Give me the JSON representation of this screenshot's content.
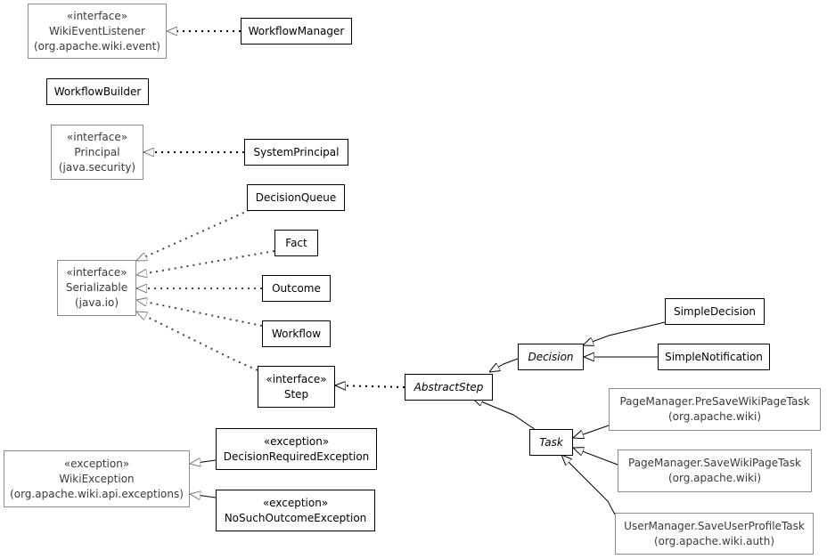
{
  "classes": {
    "wiki_event_listener": {
      "stereotype": "«interface»",
      "name": "WikiEventListener",
      "package": "(org.apache.wiki.event)"
    },
    "workflow_manager": {
      "name": "WorkflowManager"
    },
    "workflow_builder": {
      "name": "WorkflowBuilder"
    },
    "principal": {
      "stereotype": "«interface»",
      "name": "Principal",
      "package": "(java.security)"
    },
    "system_principal": {
      "name": "SystemPrincipal"
    },
    "decision_queue": {
      "name": "DecisionQueue"
    },
    "fact": {
      "name": "Fact"
    },
    "serializable": {
      "stereotype": "«interface»",
      "name": "Serializable",
      "package": "(java.io)"
    },
    "outcome": {
      "name": "Outcome"
    },
    "workflow": {
      "name": "Workflow"
    },
    "step": {
      "stereotype": "«interface»",
      "name": "Step"
    },
    "abstract_step": {
      "name": "AbstractStep"
    },
    "decision": {
      "name": "Decision"
    },
    "simple_decision": {
      "name": "SimpleDecision"
    },
    "simple_notification": {
      "name": "SimpleNotification"
    },
    "task": {
      "name": "Task"
    },
    "presave_task": {
      "name": "PageManager.PreSaveWikiPageTask",
      "package": "(org.apache.wiki)"
    },
    "save_task": {
      "name": "PageManager.SaveWikiPageTask",
      "package": "(org.apache.wiki)"
    },
    "save_profile_task": {
      "name": "UserManager.SaveUserProfileTask",
      "package": "(org.apache.wiki.auth)"
    },
    "wiki_exception": {
      "stereotype": "«exception»",
      "name": "WikiException",
      "package": "(org.apache.wiki.api.exceptions)"
    },
    "decision_required_exception": {
      "stereotype": "«exception»",
      "name": "DecisionRequiredException"
    },
    "no_such_outcome_exception": {
      "stereotype": "«exception»",
      "name": "NoSuchOutcomeException"
    }
  }
}
